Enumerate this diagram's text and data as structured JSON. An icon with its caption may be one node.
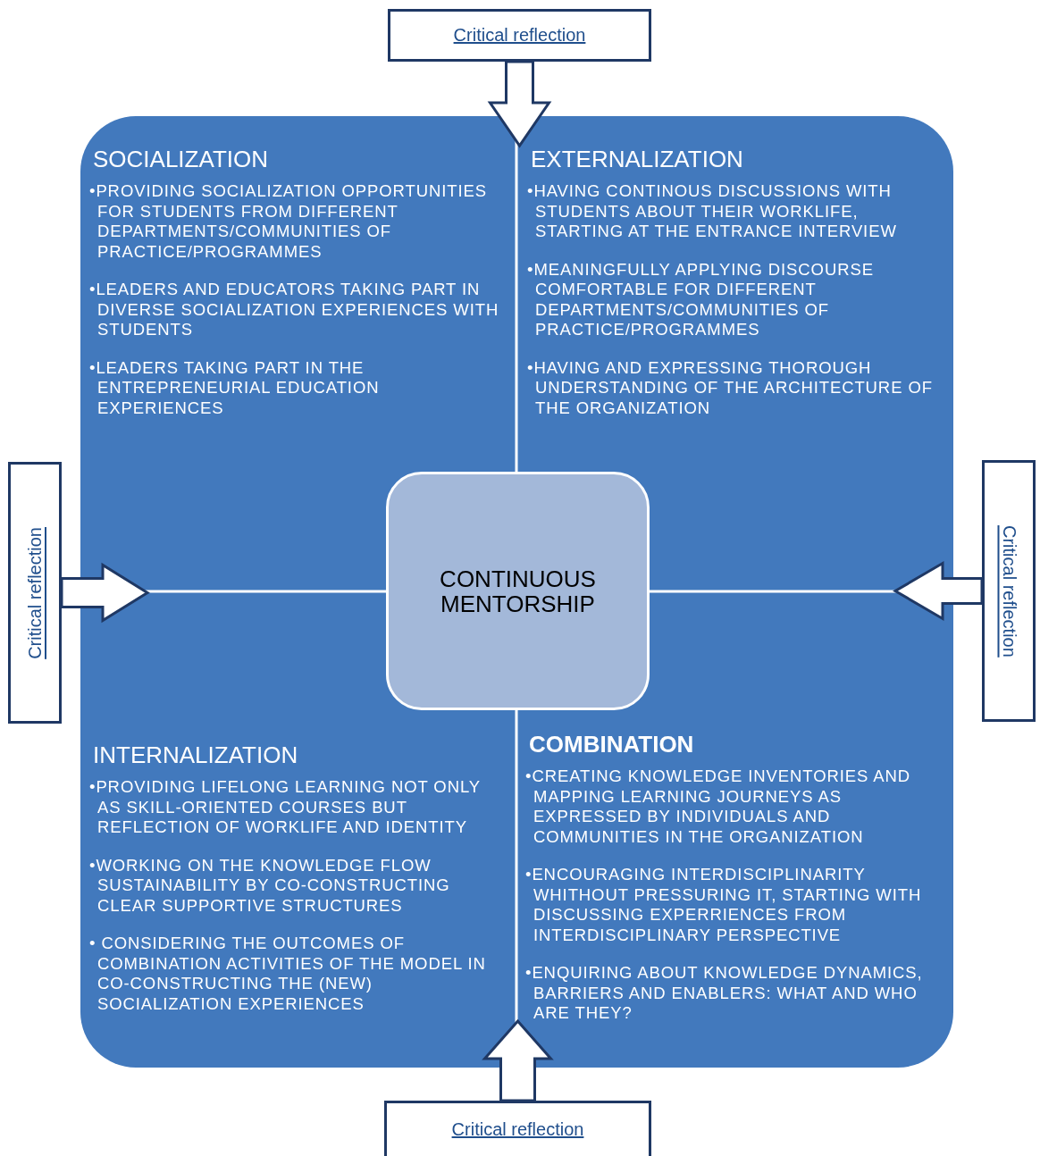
{
  "diagram": {
    "nodes": [
      {
        "text": [],
        "shape": "box"
      },
      {
        "text": [
          "SOCIALIZATION",
          "•PROVIDING SOCIALIZATION OPPORTUNITIES FOR STUDENTS FROM DIFFERENT DEPARTMENTS/COMMUNITIES OF PRACTICE/PROGRAMMES",
          "•LEADERS AND EDUCATORS TAKING PART IN DIVERSE SOCIALIZATION EXPERIENCES WITH STUDENTS",
          "•LEADERS TAKING PART IN THE ENTREPRENEURIAL EDUCATION EXPERIENCES"
        ],
        "in": 0
      },
      {
        "text": [
          "EXTERNALIZATION",
          "•HAVING CONTINOUS DISCUSSIONS WITH STUDENTS ABOUT THEIR WORKLIFE, STARTING AT THE ENTRANCE INTERVIEW",
          "•MEANINGFULLY APPLYING DISCOURSE COMFORTABLE FOR DIFFERENT DEPARTMENTS/COMMUNITIES OF PRACTICE/PROGRAMMES",
          "•HAVING AND EXPRESSING THOROUGH UNDERSTANDING OF THE ARCHITECTURE OF THE ORGANIZATION"
        ],
        "in": 0
      },
      {
        "text": [
          "INTERNALIZATION",
          "•PROVIDING LIFELONG LEARNING NOT ONLY AS SKILL-ORIENTED COURSES BUT REFLECTION OF WORKLIFE AND IDENTITY",
          "•WORKING ON THE KNOWLEDGE FLOW SUSTAINABILITY BY CO-CONSTRUCTING CLEAR SUPPORTIVE STRUCTURES",
          "• CONSIDERING THE OUTCOMES OF COMBINATION ACTIVITIES OF THE MODEL IN CO-CONSTRUCTING THE (NEW) SOCIALIZATION EXPERIENCES"
        ],
        "in": 0
      },
      {
        "text": [
          "COMBINATION",
          "•CREATING KNOWLEDGE INVENTORIES AND MAPPING LEARNING JOURNEYS AS EXPRESSED BY INDIVIDUALS AND COMMUNITIES IN THE ORGANIZATION",
          "•ENCOURAGING INTERDISCIPLINARITY WHITHOUT PRESSURING IT, STARTING WITH DISCUSSING EXPERRIENCES FROM INTERDISCIPLINARY PERSPECTIVE",
          "•ENQUIRING ABOUT KNOWLEDGE DYNAMICS, BARRIERS AND ENABLERS: WHAT AND WHO ARE THEY?"
        ],
        "in": 0
      },
      {
        "text": [
          "CONTINUOUS MENTORSHIP"
        ],
        "in": 0
      },
      {
        "text": [
          "Critical reflection"
        ]
      },
      {
        "text": [
          "Critical reflection"
        ]
      },
      {
        "text": [
          "Critical reflection"
        ]
      },
      {
        "text": [
          "Critical reflection"
        ]
      }
    ],
    "edges": [
      {
        "from": 6,
        "to": 0,
        "arrow": "to"
      },
      {
        "from": 7,
        "to": 0,
        "arrow": "to"
      },
      {
        "from": 8,
        "to": 0,
        "arrow": "to"
      },
      {
        "from": 9,
        "to": 0,
        "arrow": "to"
      }
    ]
  }
}
